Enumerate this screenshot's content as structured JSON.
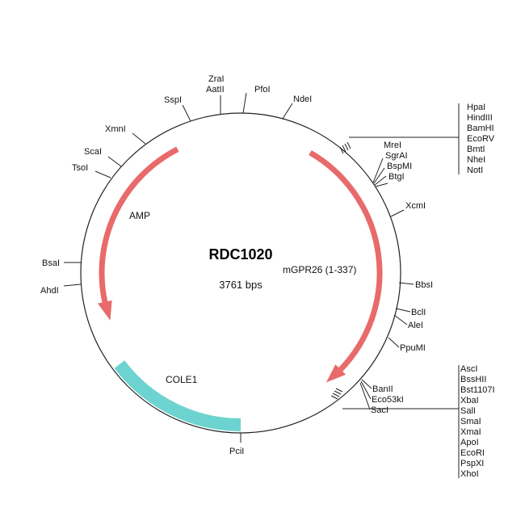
{
  "plasmid": {
    "name": "RDC1020",
    "size_label": "3761 bps"
  },
  "features": {
    "amp": "AMP",
    "gpr": "mGPR26 (1-337)",
    "cole1": "COLE1"
  },
  "colors": {
    "arrow": "#e86a6a",
    "cole1": "#6dd3d0",
    "backbone": "#222222"
  },
  "sites": {
    "zrai": "ZraI",
    "aatii": "AatII",
    "pfoi": "PfoI",
    "ndei": "NdeI",
    "sspi": "SspI",
    "xmni": "XmnI",
    "scai": "ScaI",
    "tsoi": "TsoI",
    "bsai": "BsaI",
    "ahdi": "AhdI",
    "mrei": "MreI",
    "sgrai": "SgrAI",
    "bspmi": "BspMI",
    "btgi": "BtgI",
    "xcmi": "XcmI",
    "bbsi": "BbsI",
    "bcli": "BclI",
    "alei": "AleI",
    "ppumi": "PpuMI",
    "banii": "BanII",
    "eco53ki": "Eco53kI",
    "saci": "SacI",
    "pcii": "PciI"
  },
  "mcs_top": [
    "HpaI",
    "HindIII",
    "BamHI",
    "EcoRV",
    "BmtI",
    "NheI",
    "NotI"
  ],
  "mcs_bottom": [
    "AscI",
    "BssHII",
    "Bst1107I",
    "XbaI",
    "SalI",
    "SmaI",
    "XmaI",
    "ApoI",
    "EcoRI",
    "PspXI",
    "XhoI"
  ]
}
